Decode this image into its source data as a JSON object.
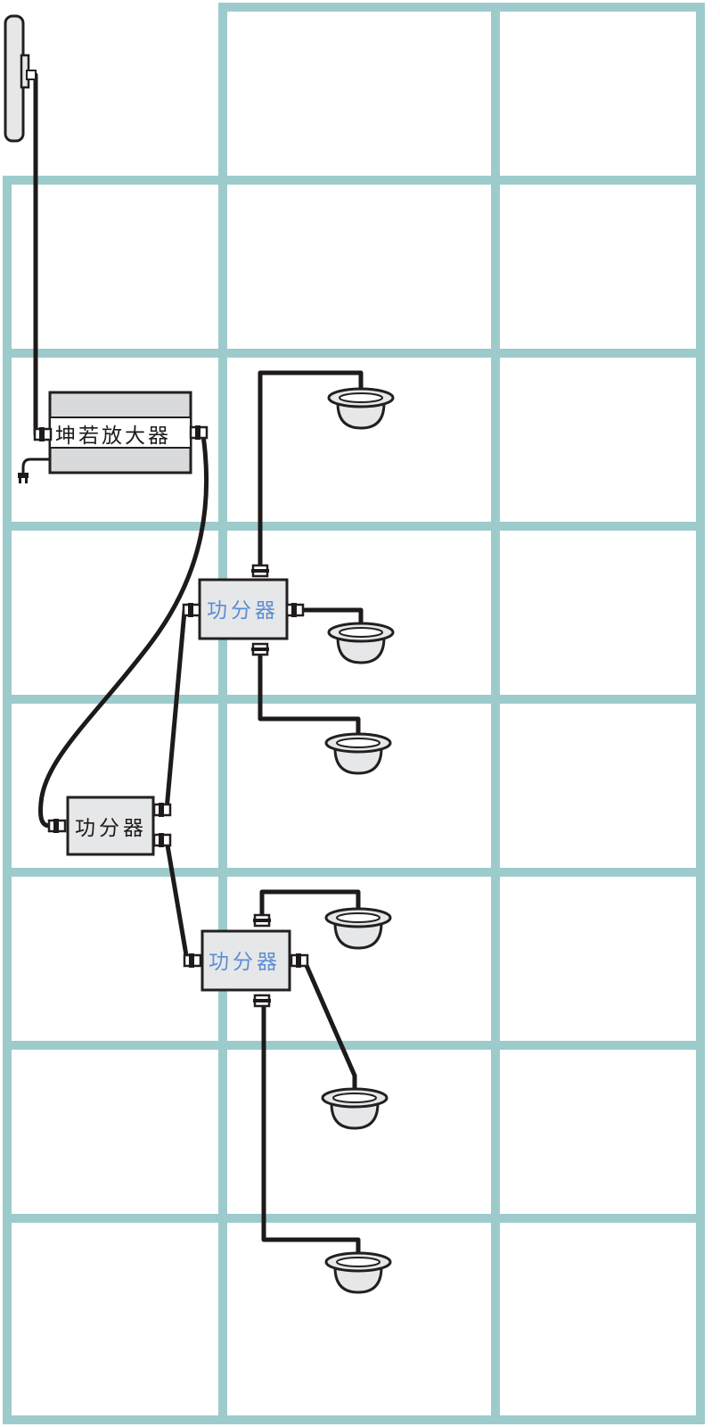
{
  "diagram": {
    "amplifier": {
      "label": "坤若放大器"
    },
    "splitter_main": {
      "label": "功分器"
    },
    "splitter_upper": {
      "label": "功分器"
    },
    "splitter_lower": {
      "label": "功分器"
    }
  },
  "colors": {
    "grid": "#9dcbcc",
    "cable": "#1e1a1a",
    "device_fill": "#e6e7e8",
    "device_band": "#d9dadb",
    "device_outline": "#231f20",
    "label_dark": "#1e1a1a",
    "label_blue": "#5b8ed4"
  },
  "icons": {
    "outdoor_antenna": "panel-antenna-icon",
    "indoor_antenna": "ceiling-antenna-icon",
    "power": "power-plug-icon",
    "connector": "coax-connector-icon"
  }
}
